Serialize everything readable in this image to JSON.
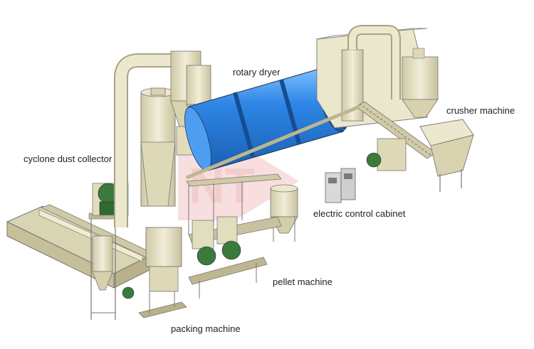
{
  "labels": {
    "rotary_dryer": "rotary dryer",
    "crusher_machine": "crusher machine",
    "cyclone_dust_collector": "cyclone dust collector",
    "electric_control_cabinet": "electric control cabinet",
    "pellet_machine": "pellet machine",
    "packing_machine": "packing machine"
  },
  "colors": {
    "equipment": "#e6e2c2",
    "equipment_shade": "#cdc7a2",
    "steel": "#9a9a9a",
    "dryer_blue": "#2e86e6",
    "motor_green": "#3c7a3c",
    "cabinet": "#d9d9d9",
    "watermark": "#e8a8a8"
  },
  "watermark_text": "NT"
}
